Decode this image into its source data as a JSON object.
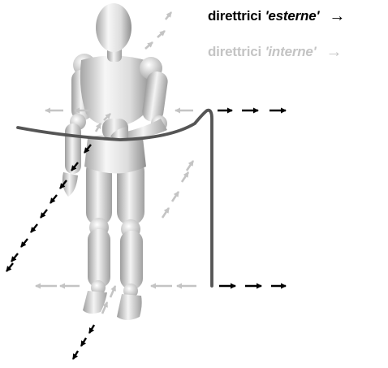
{
  "legend": {
    "external": {
      "label": "direttrici",
      "term": "'esterne'",
      "arrow": "→"
    },
    "internal": {
      "label": "direttrici",
      "term": "'interne'",
      "arrow": "→"
    }
  },
  "colors": {
    "external": "#000000",
    "internal": "#c4c4c4",
    "rope": "#555555",
    "mannequin_light": "#f4f4f4",
    "mannequin_dark": "#9a9a9a"
  },
  "icons": [
    "mannequin-figure",
    "rope-line",
    "external-arrow",
    "internal-arrow"
  ]
}
